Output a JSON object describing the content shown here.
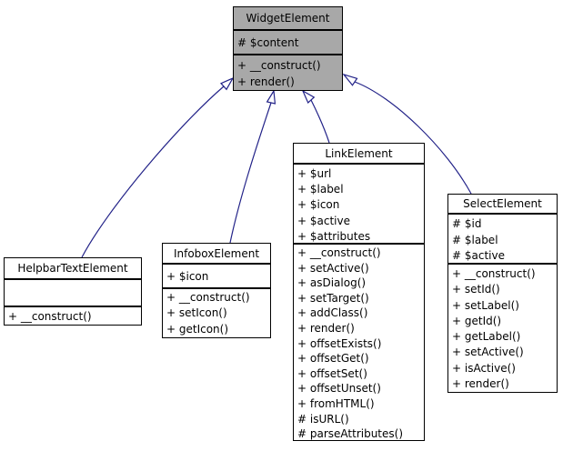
{
  "diagram": {
    "type": "uml-class-inheritance",
    "colors": {
      "background": "#ffffff",
      "highlight_fill": "#a8a8a8",
      "box_fill": "#ffffff",
      "border": "#000000",
      "arrow": "#222288"
    },
    "classes": {
      "widget": {
        "name": "WidgetElement",
        "attributes": [
          "# $content"
        ],
        "methods": [
          "+ __construct()",
          "+ render()"
        ]
      },
      "helpbar": {
        "name": "HelpbarTextElement",
        "attributes": [],
        "methods": [
          "+ __construct()"
        ]
      },
      "infobox": {
        "name": "InfoboxElement",
        "attributes": [
          "+ $icon"
        ],
        "methods": [
          "+ __construct()",
          "+ setIcon()",
          "+ getIcon()"
        ]
      },
      "link": {
        "name": "LinkElement",
        "attributes": [
          "+ $url",
          "+ $label",
          "+ $icon",
          "+ $active",
          "+ $attributes"
        ],
        "methods": [
          "+ __construct()",
          "+ setActive()",
          "+ asDialog()",
          "+ setTarget()",
          "+ addClass()",
          "+ render()",
          "+ offsetExists()",
          "+ offsetGet()",
          "+ offsetSet()",
          "+ offsetUnset()",
          "+ fromHTML()",
          "# isURL()",
          "# parseAttributes()"
        ]
      },
      "select": {
        "name": "SelectElement",
        "attributes": [
          "# $id",
          "# $label",
          "# $active"
        ],
        "methods": [
          "+ __construct()",
          "+ setId()",
          "+ setLabel()",
          "+ getId()",
          "+ getLabel()",
          "+ setActive()",
          "+ isActive()",
          "+ render()"
        ]
      }
    },
    "relations": [
      {
        "from": "HelpbarTextElement",
        "to": "WidgetElement",
        "type": "inheritance"
      },
      {
        "from": "InfoboxElement",
        "to": "WidgetElement",
        "type": "inheritance"
      },
      {
        "from": "LinkElement",
        "to": "WidgetElement",
        "type": "inheritance"
      },
      {
        "from": "SelectElement",
        "to": "WidgetElement",
        "type": "inheritance"
      }
    ]
  }
}
